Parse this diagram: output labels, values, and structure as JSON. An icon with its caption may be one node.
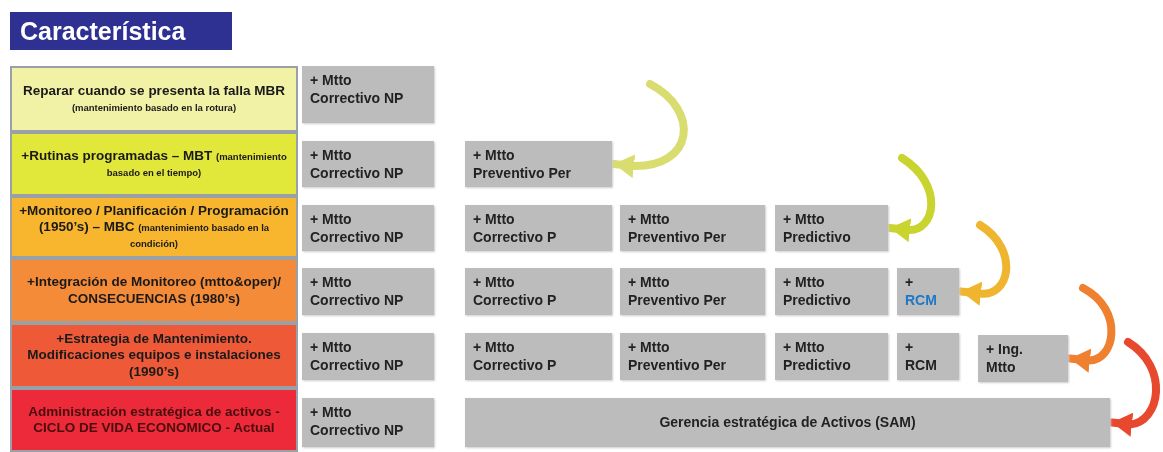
{
  "diagram": {
    "title": "Característica",
    "nodes": [
      {
        "text": [
          "Reparar cuando se presenta la falla MBR",
          "(mantenimiento basado en la rotura)"
        ]
      },
      {
        "text": [
          "+ Mtto Correctivo NP"
        ]
      },
      {
        "text": [
          "+Rutinas programadas – MBT",
          "(mantenimiento basado en el tiempo)"
        ]
      },
      {
        "text": [
          "+ Mtto Correctivo NP"
        ]
      },
      {
        "text": [
          "+ Mtto Preventivo Per"
        ]
      },
      {
        "text": [
          "+Monitoreo / Planificación / Programación (1950’s) – MBC",
          "(mantenimiento basado en la condición)"
        ]
      },
      {
        "text": [
          "+ Mtto Correctivo NP"
        ]
      },
      {
        "text": [
          "+ Mtto Correctivo P"
        ]
      },
      {
        "text": [
          "+ Mtto Preventivo Per"
        ]
      },
      {
        "text": [
          "+ Mtto Predictivo"
        ]
      },
      {
        "text": [
          "+Integración de Monitoreo (mtto&oper)/ CONSECUENCIAS (1980’s)"
        ]
      },
      {
        "text": [
          "+ Mtto Correctivo NP"
        ]
      },
      {
        "text": [
          "+ Mtto Correctivo P"
        ]
      },
      {
        "text": [
          "+ Mtto Preventivo Per"
        ]
      },
      {
        "text": [
          "+ Mtto Predictivo"
        ]
      },
      {
        "text": [
          "+",
          "RCM"
        ]
      },
      {
        "text": [
          "+Estrategia de Mantenimiento. Modificaciones equipos e instalaciones (1990’s)"
        ]
      },
      {
        "text": [
          "+ Mtto Correctivo NP"
        ]
      },
      {
        "text": [
          "+ Mtto Correctivo P"
        ]
      },
      {
        "text": [
          "+ Mtto Preventivo Per"
        ]
      },
      {
        "text": [
          "+ Mtto Predictivo"
        ]
      },
      {
        "text": [
          "+",
          "RCM"
        ]
      },
      {
        "text": [
          "+ Ing. Mtto"
        ]
      },
      {
        "text": [
          "Administración estratégica de activos - CICLO DE VIDA ECONOMICO - Actual"
        ]
      },
      {
        "text": [
          "+ Mtto Correctivo NP"
        ]
      },
      {
        "text": [
          "Gerencia estratégica de Activos (SAM)"
        ]
      }
    ],
    "edges": [
      {
        "from": null,
        "to": 4,
        "arrow": "to",
        "color": "#d9dd70"
      },
      {
        "from": null,
        "to": 9,
        "arrow": "to",
        "color": "#c9d42e"
      },
      {
        "from": null,
        "to": 15,
        "arrow": "to",
        "color": "#efb52e"
      },
      {
        "from": null,
        "to": 22,
        "arrow": "to",
        "color": "#ef8030"
      },
      {
        "from": null,
        "to": 25,
        "arrow": "to",
        "color": "#e8482e"
      }
    ]
  }
}
